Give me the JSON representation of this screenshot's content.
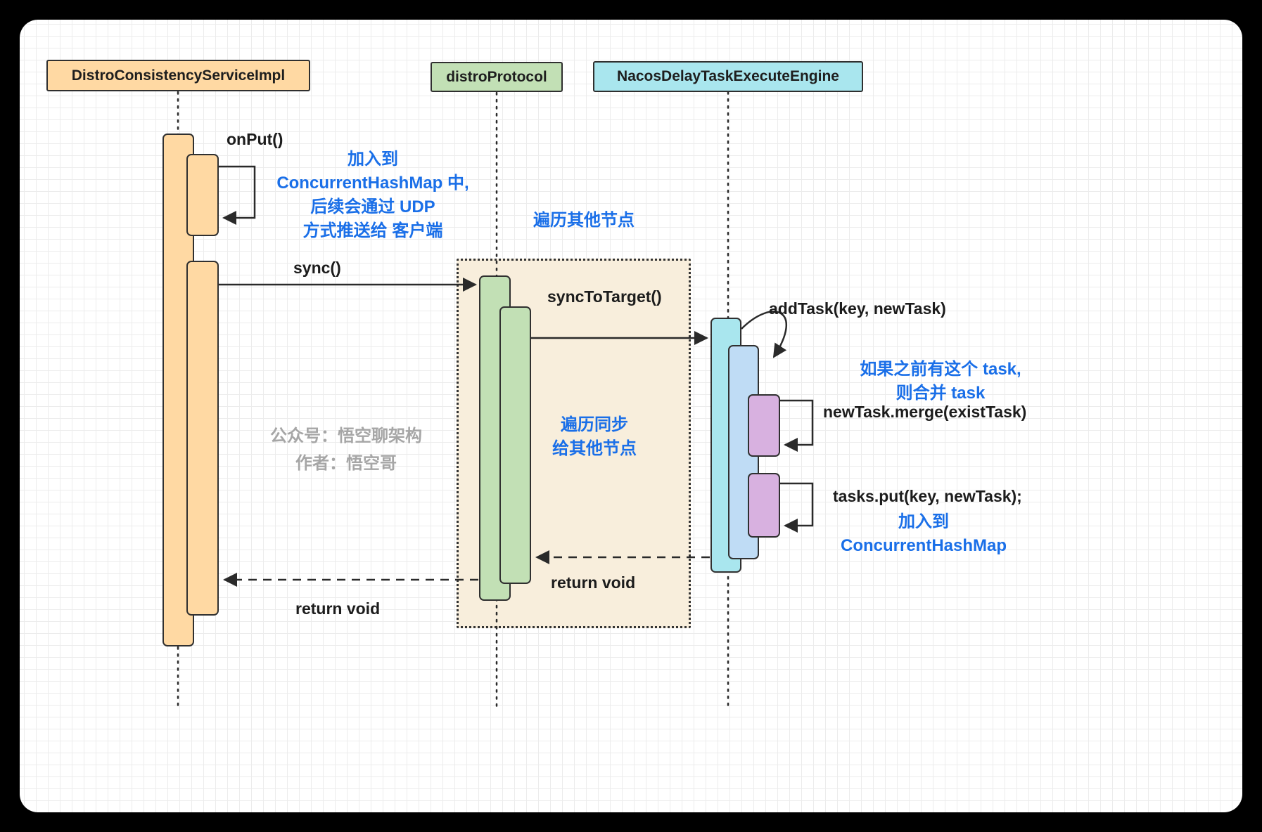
{
  "diagram": {
    "type": "sequence-diagram",
    "background": "#ffffff",
    "frame_color": "#000000",
    "grid_color": "#ececec"
  },
  "actors": [
    {
      "label": "DistroConsistencyServiceImpl",
      "fill": "#FFD9A3"
    },
    {
      "label": "distroProtocol",
      "fill": "#C2E0B5"
    },
    {
      "label": "NacosDelayTaskExecuteEngine",
      "fill": "#A9E6EE"
    }
  ],
  "messages": {
    "on_put": "onPut()",
    "sync": "sync()",
    "sync_to_target": "syncToTarget()",
    "add_task": "addTask(key, newTask)",
    "merge": "newTask.merge(existTask)",
    "tasks_put": "tasks.put(key, newTask);",
    "return_void_protocol": "return void",
    "return_void_impl": "return void"
  },
  "notes": {
    "hashmap_note": {
      "color": "#1A6FE8",
      "lines": [
        "加入到",
        "ConcurrentHashMap 中,",
        "后续会通过 UDP",
        "方式推送给 客户端"
      ]
    },
    "traverse_nodes": {
      "color": "#1A6FE8",
      "lines": [
        "遍历其他节点"
      ]
    },
    "traverse_sync": {
      "color": "#1A6FE8",
      "lines": [
        "遍历同步",
        "给其他节点"
      ]
    },
    "merge_note": {
      "color": "#1A6FE8",
      "lines": [
        "如果之前有这个 task,",
        "则合并 task"
      ]
    },
    "put_note": {
      "color": "#1A6FE8",
      "lines": [
        "加入到",
        "ConcurrentHashMap"
      ]
    }
  },
  "watermark": {
    "color": "#A6A6A6",
    "lines": [
      "公众号：悟空聊架构",
      "作者：悟空哥"
    ]
  },
  "colors": {
    "activation_orange": "#FFD9A3",
    "activation_green": "#C2E0B5",
    "activation_cyan": "#A9E6EE",
    "activation_blue": "#BFDCF5",
    "activation_purple": "#D8B1E0",
    "fragment_fill": "#F8EEDC",
    "annotation_blue": "#1A6FE8",
    "line_color": "#2a2a2a"
  }
}
